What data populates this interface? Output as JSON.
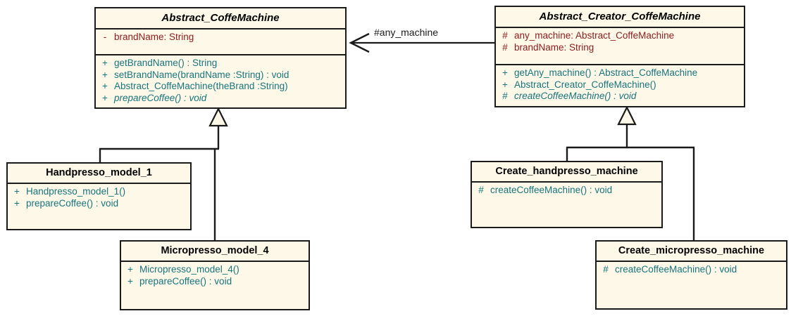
{
  "diagram": {
    "kind": "uml-class-diagram",
    "colors": {
      "class_fill": "#FDF8E8",
      "border": "#1a1a1a",
      "attribute_text": "#8E1B1B",
      "operation_text": "#17757C",
      "class_name_text": "#000000",
      "background": "#ffffff"
    },
    "association_label": "#any_machine"
  },
  "classes": {
    "abstract_coffemachine": {
      "name": "Abstract_CoffeMachine",
      "abstract": true,
      "attributes": [
        {
          "visibility": "-",
          "text": "brandName:  String"
        }
      ],
      "operations": [
        {
          "visibility": "+",
          "text": "getBrandName() : String",
          "abstract": false
        },
        {
          "visibility": "+",
          "text": "setBrandName(brandName :String) : void",
          "abstract": false
        },
        {
          "visibility": "+",
          "text": "Abstract_CoffeMachine(theBrand :String)",
          "abstract": false
        },
        {
          "visibility": "+",
          "text": "prepareCoffee() : void",
          "abstract": true
        }
      ]
    },
    "abstract_creator_coffemachine": {
      "name": "Abstract_Creator_CoffeMachine",
      "abstract": true,
      "attributes": [
        {
          "visibility": "#",
          "text": "any_machine:  Abstract_CoffeMachine"
        },
        {
          "visibility": "#",
          "text": "brandName:  String"
        }
      ],
      "operations": [
        {
          "visibility": "+",
          "text": "getAny_machine() : Abstract_CoffeMachine",
          "abstract": false
        },
        {
          "visibility": "+",
          "text": "Abstract_Creator_CoffeMachine()",
          "abstract": false
        },
        {
          "visibility": "#",
          "text": "createCoffeeMachine() : void",
          "abstract": true
        }
      ]
    },
    "handpresso_model_1": {
      "name": "Handpresso_model_1",
      "abstract": false,
      "attributes": [],
      "operations": [
        {
          "visibility": "+",
          "text": "Handpresso_model_1()",
          "abstract": false
        },
        {
          "visibility": "+",
          "text": "prepareCoffee() : void",
          "abstract": false
        }
      ]
    },
    "micropresso_model_4": {
      "name": "Micropresso_model_4",
      "abstract": false,
      "attributes": [],
      "operations": [
        {
          "visibility": "+",
          "text": "Micropresso_model_4()",
          "abstract": false
        },
        {
          "visibility": "+",
          "text": "prepareCoffee() : void",
          "abstract": false
        }
      ]
    },
    "create_handpresso_machine": {
      "name": "Create_handpresso_machine",
      "abstract": false,
      "attributes": [],
      "operations": [
        {
          "visibility": "#",
          "text": "createCoffeeMachine() : void",
          "abstract": false
        }
      ]
    },
    "create_micropresso_machine": {
      "name": "Create_micropresso_machine",
      "abstract": false,
      "attributes": [],
      "operations": [
        {
          "visibility": "#",
          "text": "createCoffeeMachine() : void",
          "abstract": false
        }
      ]
    }
  }
}
